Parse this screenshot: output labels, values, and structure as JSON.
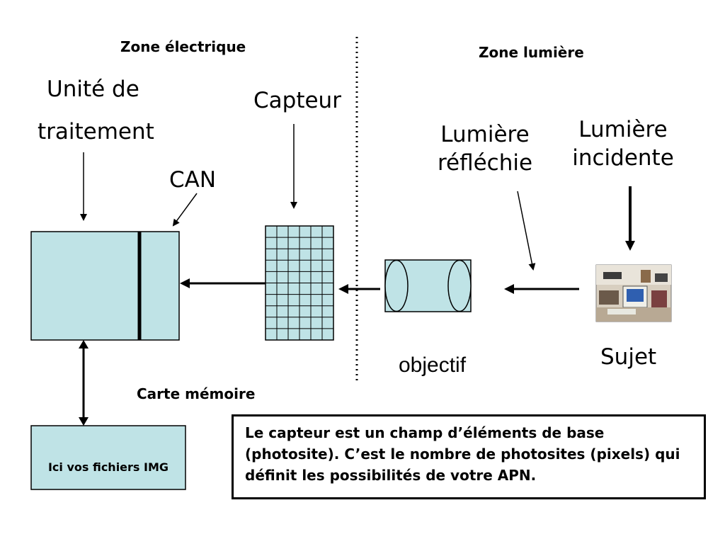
{
  "labels": {
    "zone_electrique": "Zone électrique",
    "zone_lumiere": "Zone lumière",
    "unite_line1": "Unité de",
    "unite_line2": "traitement",
    "can": "CAN",
    "capteur": "Capteur",
    "lumiere_reflechie_line1": "Lumière",
    "lumiere_reflechie_line2": "réfléchie",
    "lumiere_incidente_line1": "Lumière",
    "lumiere_incidente_line2": "incidente",
    "objectif": "objectif",
    "sujet": "Sujet",
    "carte_memoire": "Carte mémoire",
    "memory_box": "Ici vos fichiers IMG"
  },
  "info_text": "Le capteur est un champ d’éléments de base (photosite). C’est le nombre de photosites (pixels) qui définit les possibilités de votre APN.",
  "sensor_grid": {
    "columns": 6,
    "rows": 10
  },
  "colors": {
    "box_fill": "#bfe3e6",
    "stroke": "#000000"
  }
}
